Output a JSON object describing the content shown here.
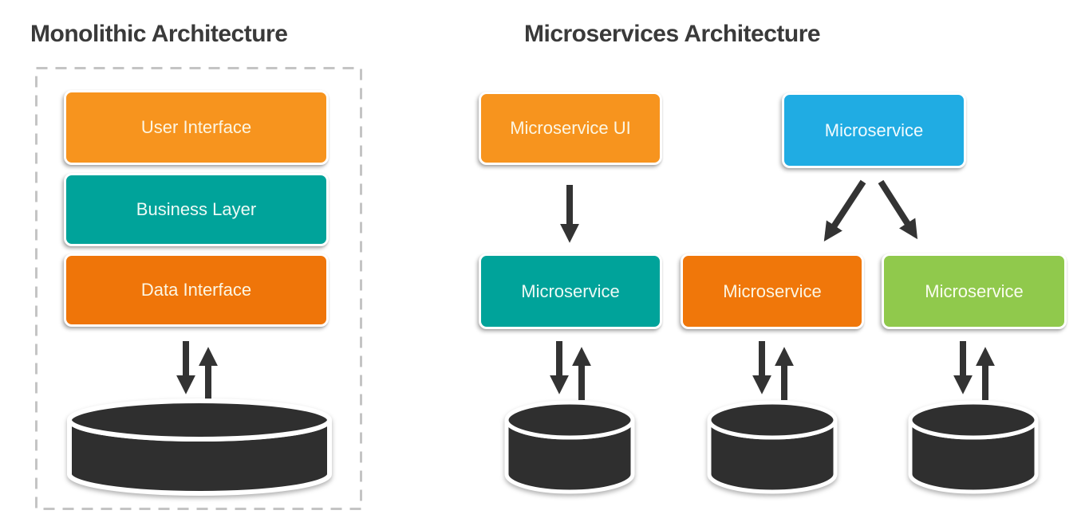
{
  "diagram": {
    "left": {
      "title": "Monolithic Architecture",
      "layers": [
        {
          "label": "User Interface",
          "bg": "#F7941E",
          "fg": "#FCF6E3"
        },
        {
          "label": "Business Layer",
          "bg": "#00A39A",
          "fg": "#EDFAF6"
        },
        {
          "label": "Data Interface",
          "bg": "#EF7509",
          "fg": "#FCF6E3"
        }
      ],
      "database_icon": "database-cylinder",
      "database_link": "bidirectional-arrows"
    },
    "right": {
      "title": "Microservices Architecture",
      "top_row": [
        {
          "label": "Microservice UI",
          "bg": "#F7941E",
          "fg": "#FCF6E3"
        },
        {
          "label": "Microservice",
          "bg": "#20ACE3",
          "fg": "#F2FBFE"
        }
      ],
      "middle_row": [
        {
          "label": "Microservice",
          "bg": "#00A39A",
          "fg": "#EDFAF6"
        },
        {
          "label": "Microservice",
          "bg": "#F0770A",
          "fg": "#FCF6E3"
        },
        {
          "label": "Microservice",
          "bg": "#90C94C",
          "fg": "#FAFDF0"
        }
      ],
      "links": [
        {
          "from": "Microservice UI",
          "to": "Microservice (teal)",
          "type": "down-arrow"
        },
        {
          "from": "Microservice (blue)",
          "to": "Microservice (orange)",
          "type": "down-arrow"
        },
        {
          "from": "Microservice (blue)",
          "to": "Microservice (green)",
          "type": "down-arrow"
        },
        {
          "from": "Microservice (teal)",
          "to": "database",
          "type": "bidirectional-arrows"
        },
        {
          "from": "Microservice (orange)",
          "to": "database",
          "type": "bidirectional-arrows"
        },
        {
          "from": "Microservice (green)",
          "to": "database",
          "type": "bidirectional-arrows"
        }
      ]
    }
  },
  "colors": {
    "arrow": "#333333",
    "cylinder": "#2F2F2F",
    "title": "#3A3A3A",
    "dashed_border": "#C4C4C4",
    "box_edge": "#FFFFFF"
  }
}
